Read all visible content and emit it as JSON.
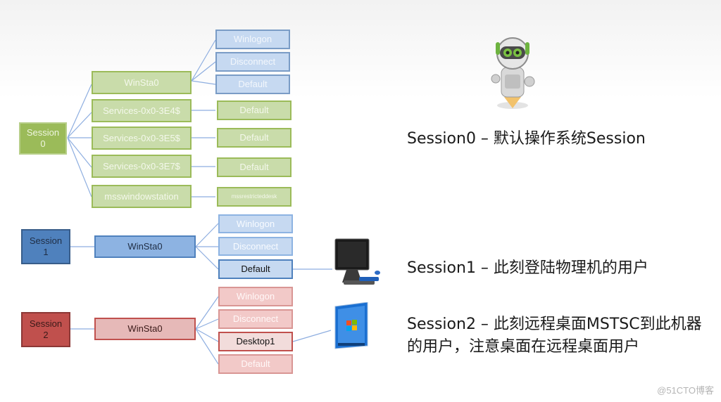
{
  "session0": {
    "label": "Session\n0",
    "winsta": "WinSta0",
    "desktops": [
      "Winlogon",
      "Disconnect",
      "Default"
    ],
    "services": [
      {
        "station": "Services-0x0-3E4$",
        "desktop": "Default"
      },
      {
        "station": "Services-0x0-3E5$",
        "desktop": "Default"
      },
      {
        "station": "Services-0x0-3E7$",
        "desktop": "Default"
      },
      {
        "station": "msswindowstation",
        "desktop": "mssrestricteddesk"
      }
    ],
    "caption": "Session0 – 默认操作系统Session"
  },
  "session1": {
    "label": "Session\n1",
    "winsta": "WinSta0",
    "desktops": [
      "Winlogon",
      "Disconnect",
      "Default"
    ],
    "caption": "Session1 – 此刻登陆物理机的用户"
  },
  "session2": {
    "label": "Session\n2",
    "winsta": "WinSta0",
    "desktops": [
      "Winlogon",
      "Disconnect",
      "Desktop1",
      "Default"
    ],
    "caption": "Session2 – 此刻远程桌面MSTSC到此机器的用户，注意桌面在远程桌面用户"
  },
  "watermark": "@51CTO博客",
  "icons": [
    "robot-icon",
    "monitor-icon",
    "windows7-icon"
  ]
}
